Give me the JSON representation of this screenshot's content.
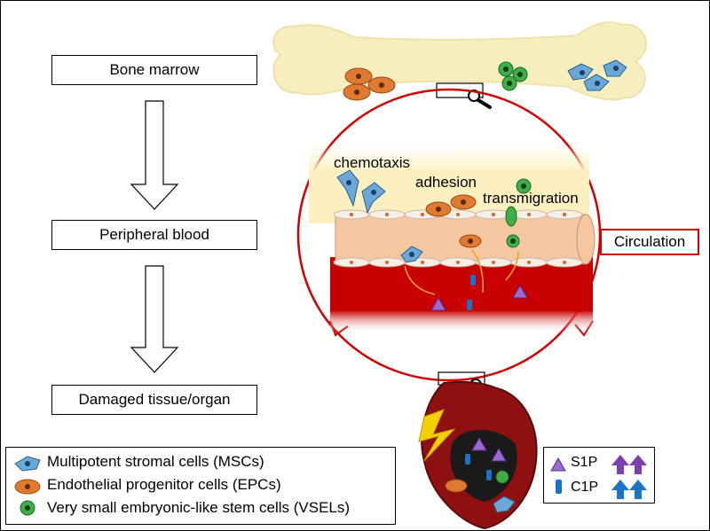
{
  "flow": {
    "step1": "Bone marrow",
    "step2": "Peripheral blood",
    "step3": "Damaged tissue/organ"
  },
  "vessel_labels": {
    "chemotaxis": "chemotaxis",
    "adhesion": "adhesion",
    "transmigration": "transmigration",
    "circulation": "Circulation"
  },
  "legend_cells": [
    {
      "label": "Multipotent stromal cells (MSCs)",
      "icon": "blue-stromal-cell-icon",
      "color": "#6aa8d8"
    },
    {
      "label": "Endothelial progenitor cells (EPCs)",
      "icon": "orange-progenitor-cell-icon",
      "color": "#e07a30"
    },
    {
      "label": "Very small embryonic-like stem cells (VSELs)",
      "icon": "green-stem-cell-icon",
      "color": "#3fae49"
    }
  ],
  "legend_factors": [
    {
      "label": "S1P",
      "icon": "purple-triangle-icon",
      "arrow_color": "#7b3fb0"
    },
    {
      "label": "C1P",
      "icon": "blue-cylinder-icon",
      "arrow_color": "#1a73c8"
    }
  ],
  "colors": {
    "bone": "#f7eec0",
    "circle": "#d10000",
    "vessel": "#f4c7a0",
    "blood": "#c80000",
    "heart": "#8f1010"
  }
}
